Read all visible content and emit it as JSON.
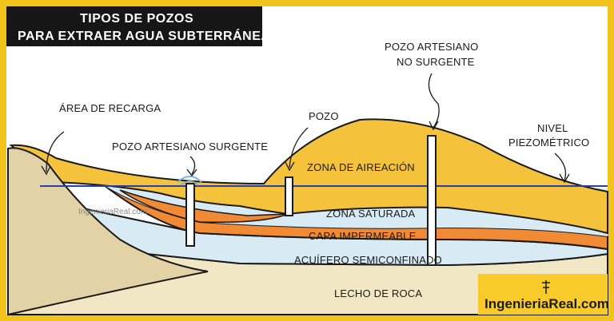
{
  "title": {
    "line1": "TIPOS DE POZOS",
    "line2": "PARA EXTRAER AGUA SUBTERRÁNEA"
  },
  "labels": {
    "recarga": "ÁREA DE RECARGA",
    "surgente": "POZO ARTESIANO SURGENTE",
    "pozo": "POZO",
    "no_surgente_1": "POZO ARTESIANO",
    "no_surgente_2": "NO SURGENTE",
    "nivel_1": "NIVEL",
    "nivel_2": "PIEZOMÉTRICO",
    "aireacion": "ZONA DE AIREACIÓN",
    "saturada": "ZONA SATURADA",
    "impermeable": "CAPA IMPERMEABLE",
    "acuifero": "ACUÍFERO SEMICONFINADO",
    "lecho": "LECHO DE ROCA"
  },
  "watermark": "IngenieriaReal.com",
  "brand": "IngenieriaReal.com",
  "colors": {
    "border": "#f2c31b",
    "title_bg": "#161616",
    "aeration": "#f5c33b",
    "saturated": "#d8eaf3",
    "impermeable": "#f08a34",
    "bedrock": "#f1e7c4",
    "hillside": "#e3d2a6",
    "water_line": "#2a3fa6",
    "brand_bg": "#f9cb2a"
  }
}
